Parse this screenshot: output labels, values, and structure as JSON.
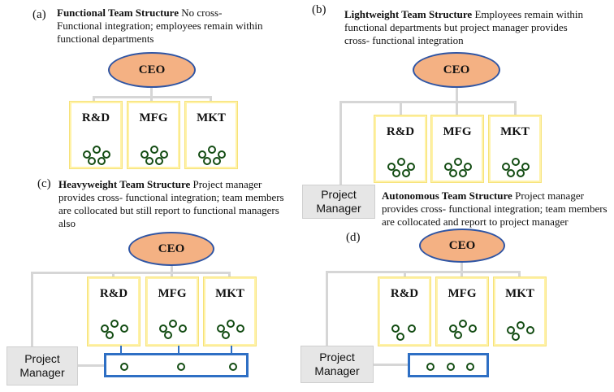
{
  "panels": {
    "a": {
      "letter": "(a)",
      "title": "Functional Team Structure",
      "description": " No cross- Functional integration; employees remain within functional departments"
    },
    "b": {
      "letter": "(b)",
      "title": "Lightweight Team Structure",
      "description": " Employees remain within functional departments but project manager provides cross- functional integration"
    },
    "c": {
      "letter": "(c)",
      "title": "Heavyweight Team Structure",
      "description": " Project manager provides cross- functional integration; team members are collocated but still report to functional managers also"
    },
    "d": {
      "letter": "(d)",
      "title": "Autonomous Team Structure",
      "description": " Project manager provides cross- functional integration; team members are collocated and report to project manager"
    }
  },
  "labels": {
    "ceo": "CEO",
    "rd": "R&D",
    "mfg": "MFG",
    "mkt": "MKT",
    "project_manager_line1": "Project",
    "project_manager_line2": "Manager"
  },
  "colors": {
    "ceo_fill": "#f4b183",
    "ceo_border": "#2f55a4",
    "dept_border": "#fff2a8",
    "team_border": "#2e6fc4",
    "connector": "#d6d6d6",
    "pm_fill": "#e6e6e6",
    "member_dot": "#134c13"
  }
}
